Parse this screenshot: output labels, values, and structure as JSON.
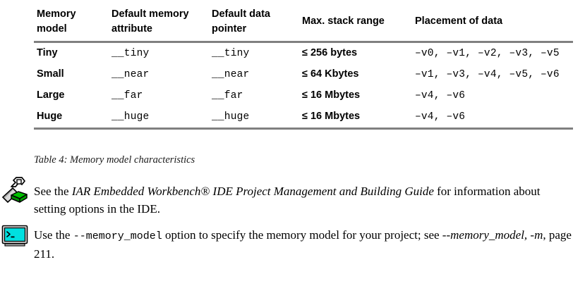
{
  "table": {
    "headers": [
      "Memory model",
      "Default memory attribute",
      "Default data pointer",
      "Max. stack range",
      "Placement of data"
    ],
    "headers_wrapped": [
      [
        "Memory",
        "model"
      ],
      [
        "Default memory",
        "attribute"
      ],
      [
        "Default data",
        "pointer"
      ],
      [
        "Max. stack range",
        ""
      ],
      [
        "Placement of data",
        ""
      ]
    ],
    "rows": [
      {
        "model": "Tiny",
        "default_memory_attribute": "__tiny",
        "default_data_pointer": "__tiny",
        "max_stack_range": "≤ 256 bytes",
        "placement_of_data": "–v0, –v1, –v2, –v3, –v5"
      },
      {
        "model": "Small",
        "default_memory_attribute": "__near",
        "default_data_pointer": "__near",
        "max_stack_range": "≤ 64 Kbytes",
        "placement_of_data": "–v1, –v3, –v4, –v5, –v6"
      },
      {
        "model": "Large",
        "default_memory_attribute": "__far",
        "default_data_pointer": "__far",
        "max_stack_range": "≤ 16 Mbytes",
        "placement_of_data": "–v4, –v6"
      },
      {
        "model": "Huge",
        "default_memory_attribute": "__huge",
        "default_data_pointer": "__huge",
        "max_stack_range": "≤ 16 Mbytes",
        "placement_of_data": "–v4, –v6"
      }
    ],
    "caption": "Table 4: Memory model characteristics",
    "rule_color": "#808080"
  },
  "notes": [
    {
      "icon": "wrench-book-icon",
      "segments": [
        {
          "text": "See the ",
          "style": "normal"
        },
        {
          "text": "IAR Embedded Workbench® IDE Project Management and Building Guide",
          "style": "italic"
        },
        {
          "text": " for information about setting options in the IDE.",
          "style": "normal"
        }
      ]
    },
    {
      "icon": "command-prompt-icon",
      "segments": [
        {
          "text": "Use the ",
          "style": "normal"
        },
        {
          "text": "--memory_model",
          "style": "mono"
        },
        {
          "text": " option to specify the memory model for your project; see ",
          "style": "normal"
        },
        {
          "text": "--memory_model, -m",
          "style": "italic"
        },
        {
          "text": ", page 211.",
          "style": "normal"
        }
      ]
    }
  ],
  "colors": {
    "rule": "#808080",
    "text": "#000000",
    "icon_green": "#00b000",
    "icon_cyan": "#00e5e5",
    "icon_outline": "#000000",
    "icon_gray": "#c8c8c8"
  }
}
